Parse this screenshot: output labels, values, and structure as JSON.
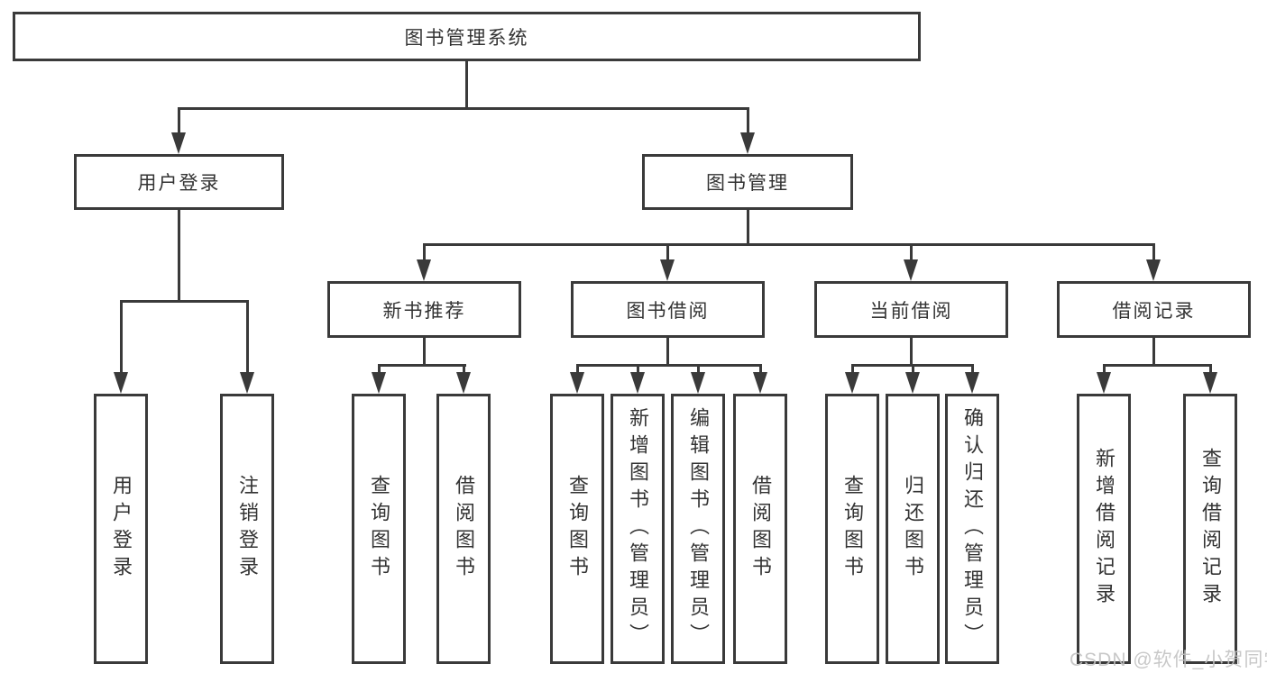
{
  "diagram": {
    "root": {
      "label": "图书管理系统"
    },
    "branches": [
      {
        "label": "用户登录",
        "children": [
          {
            "label": "用户登录"
          },
          {
            "label": "注销登录"
          }
        ]
      },
      {
        "label": "图书管理",
        "groups": [
          {
            "label": "新书推荐",
            "children": [
              {
                "label": "查询图书"
              },
              {
                "label": "借阅图书"
              }
            ]
          },
          {
            "label": "图书借阅",
            "children": [
              {
                "label": "查询图书"
              },
              {
                "label": "新增图书（管理员）"
              },
              {
                "label": "编辑图书（管理员）"
              },
              {
                "label": "借阅图书"
              }
            ]
          },
          {
            "label": "当前借阅",
            "children": [
              {
                "label": "查询图书"
              },
              {
                "label": "归还图书"
              },
              {
                "label": "确认归还（管理员）"
              }
            ]
          },
          {
            "label": "借阅记录",
            "children": [
              {
                "label": "新增借阅记录"
              },
              {
                "label": "查询借阅记录"
              }
            ]
          }
        ]
      }
    ],
    "watermark": "CSDN @软件_小贺同学",
    "colors": {
      "line": "#3a3a3a",
      "text": "#333333",
      "watermark": "#c3c3c3",
      "background": "#ffffff"
    }
  }
}
